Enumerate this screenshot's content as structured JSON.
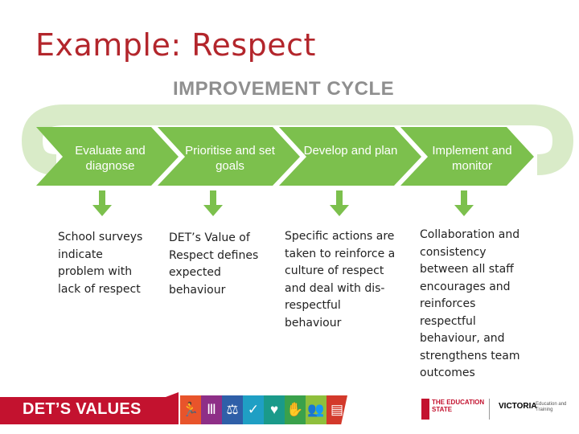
{
  "slide": {
    "title": "Example: Respect"
  },
  "cycle": {
    "heading": "IMPROVEMENT CYCLE",
    "green": "#7cc04d",
    "track": "#d9ebc8",
    "steps": [
      {
        "label": "Evaluate and diagnose",
        "description": "School surveys indicate problem with lack of respect"
      },
      {
        "label": "Prioritise and set goals",
        "description": "DET’s Value of Respect defines expected behaviour"
      },
      {
        "label": "Develop and plan",
        "description": "Specific actions are taken to reinforce a culture of respect and deal with dis-respectful behaviour"
      },
      {
        "label": "Implement and monitor",
        "description": "Collaboration and consistency between all staff encourages and reinforces respectful behaviour, and strengthens team outcomes"
      }
    ]
  },
  "footer": {
    "values_label": "DET’S VALUES",
    "band_color": "#c3122f",
    "icons": [
      {
        "name": "runner-icon",
        "color": "#e8542b"
      },
      {
        "name": "columns-icon",
        "color": "#8e2f87"
      },
      {
        "name": "scales-icon",
        "color": "#2f5fa8"
      },
      {
        "name": "checkmark-icon",
        "color": "#1f9fc4"
      },
      {
        "name": "heart-icon",
        "color": "#1a9a8a"
      },
      {
        "name": "handshake-icon",
        "color": "#3aa14b"
      },
      {
        "name": "people-icon",
        "color": "#8fbf3c"
      },
      {
        "name": "book-icon",
        "color": "#d3392b"
      }
    ],
    "education_state_logo": "THE EDUCATION STATE",
    "victoria_logo": "VICTORIA",
    "victoria_sub": "Education and Training"
  }
}
